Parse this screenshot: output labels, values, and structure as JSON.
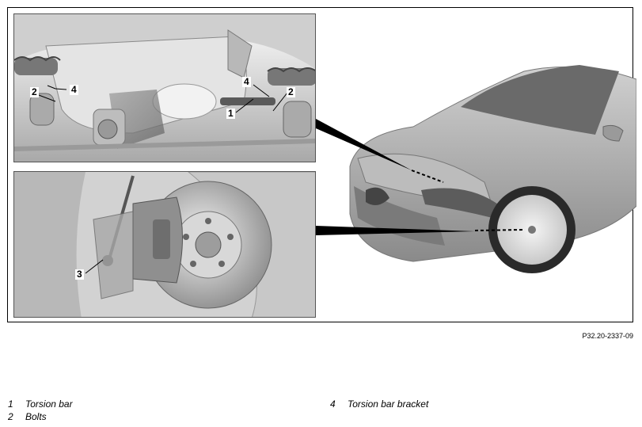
{
  "figure": {
    "callouts_top": [
      "1",
      "2",
      "4",
      "4",
      "2"
    ],
    "callouts_bottom": [
      "3"
    ],
    "reference_code": "P32.20-2337-09"
  },
  "legend": {
    "left": [
      {
        "num": "1",
        "text": "Torsion bar"
      },
      {
        "num": "2",
        "text": "Bolts"
      }
    ],
    "right": [
      {
        "num": "4",
        "text": "Torsion bar bracket"
      }
    ]
  }
}
